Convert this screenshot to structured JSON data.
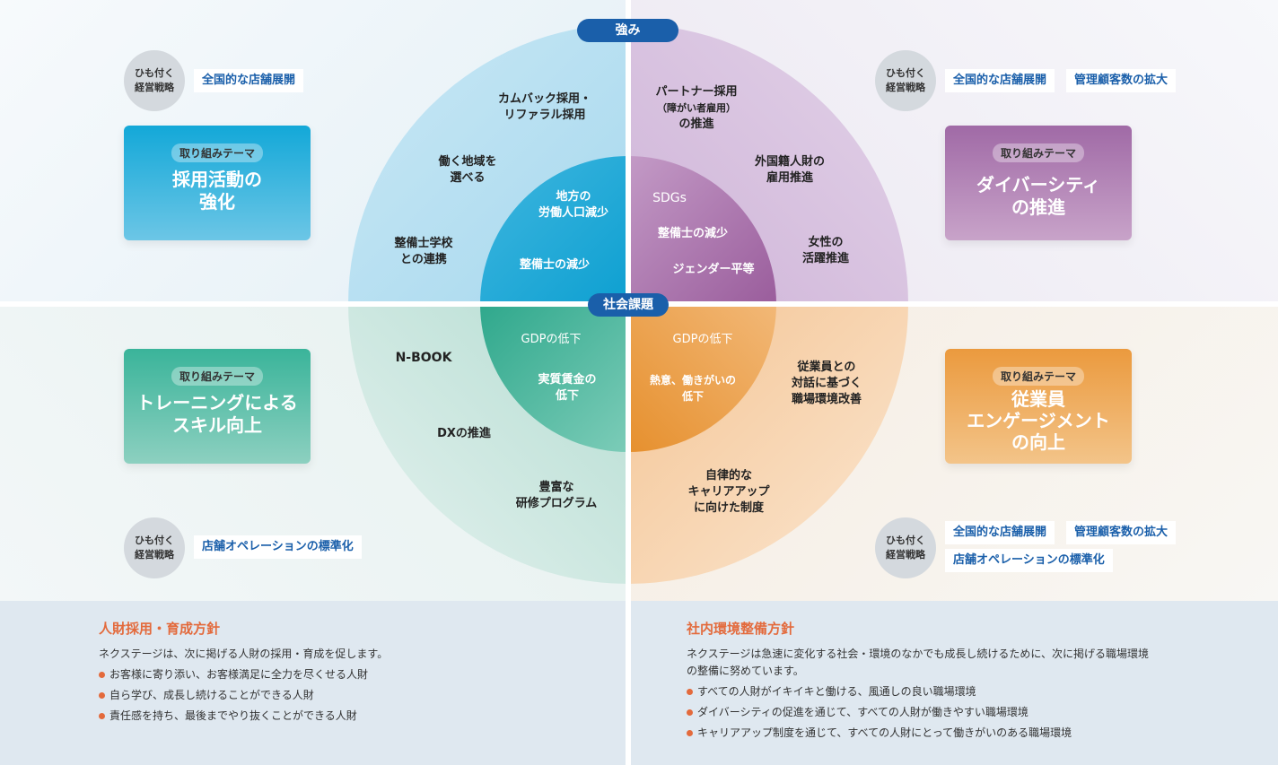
{
  "header": {
    "strength_label": "強み",
    "social_issue_label": "社会課題"
  },
  "quadrants": {
    "top_left": {
      "outer": [
        "カムバック採用・\nリファラル採用",
        "働く地域を\n選べる",
        "整備士学校\nとの連携"
      ],
      "inner": [
        "地方の\n労働人口減少",
        "整備士の減少"
      ],
      "theme_badge": "取り組みテーマ",
      "theme_title": [
        "採用活動の",
        "強化"
      ],
      "strategy_label": [
        "ひも付く",
        "経営戦略"
      ],
      "tags": [
        "全国的な店舗展開"
      ]
    },
    "top_right": {
      "outer_1a": "パートナー採用",
      "outer_1b": "（障がい者雇用）",
      "outer_1c": "の推進",
      "outer": [
        "外国籍人財の\n雇用推進",
        "女性の\n活躍推進"
      ],
      "inner": [
        "SDGs",
        "整備士の減少",
        "ジェンダー平等"
      ],
      "theme_badge": "取り組みテーマ",
      "theme_title": [
        "ダイバーシティ",
        "の推進"
      ],
      "strategy_label": [
        "ひも付く",
        "経営戦略"
      ],
      "tags": [
        "全国的な店舗展開",
        "管理顧客数の拡大"
      ]
    },
    "bottom_left": {
      "outer": [
        "N-BOOK",
        "DXの推進",
        "豊富な\n研修プログラム"
      ],
      "inner": [
        "GDPの低下",
        "実質賃金の\n低下"
      ],
      "theme_badge": "取り組みテーマ",
      "theme_title": [
        "トレーニングによる",
        "スキル向上"
      ],
      "strategy_label": [
        "ひも付く",
        "経営戦略"
      ],
      "tags": [
        "店舗オペレーションの標準化"
      ]
    },
    "bottom_right": {
      "outer": [
        "従業員との\n対話に基づく\n職場環境改善",
        "自律的な\nキャリアアップ\nに向けた制度"
      ],
      "inner": [
        "GDPの低下",
        "熱意、働きがいの\n低下"
      ],
      "theme_badge": "取り組みテーマ",
      "theme_title": [
        "従業員",
        "エンゲージメント",
        "の向上"
      ],
      "strategy_label": [
        "ひも付く",
        "経営戦略"
      ],
      "tags": [
        "全国的な店舗展開",
        "管理顧客数の拡大",
        "店舗オペレーションの標準化"
      ]
    }
  },
  "policy_left": {
    "heading": "人財採用・育成方針",
    "intro": "ネクステージは、次に掲げる人財の採用・育成を促します。",
    "bullets": [
      "お客様に寄り添い、お客様満足に全力を尽くせる人財",
      "自ら学び、成長し続けることができる人財",
      "責任感を持ち、最後までやり抜くことができる人財"
    ]
  },
  "policy_right": {
    "heading": "社内環境整備方針",
    "intro_1": "ネクステージは急速に変化する社会・環境のなかでも成長し続けるために、次に掲げる職場環境",
    "intro_2": "の整備に努めています。",
    "bullets": [
      "すべての人財がイキイキと働ける、風通しの良い職場環境",
      "ダイバーシティの促進を通じて、すべての人財が働きやすい職場環境",
      "キャリアアップ制度を通じて、すべての人財にとって働きがいのある職場環境"
    ]
  },
  "colors": {
    "blue": "#1aa6d6",
    "purple": "#a86aa8",
    "green": "#3db39a",
    "orange": "#eea04a",
    "navy": "#1a5faa",
    "accent": "#e36a3c"
  }
}
